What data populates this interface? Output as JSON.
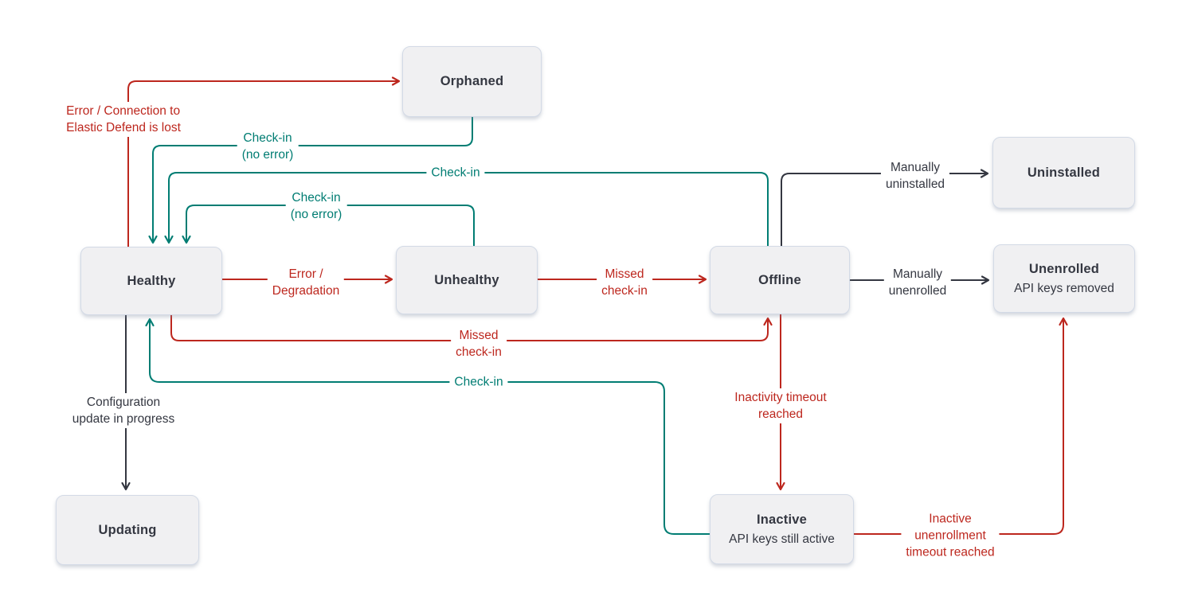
{
  "nodes": {
    "orphaned": {
      "title": "Orphaned"
    },
    "uninstalled": {
      "title": "Uninstalled"
    },
    "healthy": {
      "title": "Healthy"
    },
    "unhealthy": {
      "title": "Unhealthy"
    },
    "offline": {
      "title": "Offline"
    },
    "unenrolled": {
      "title": "Unenrolled",
      "subtitle": "API keys removed"
    },
    "updating": {
      "title": "Updating"
    },
    "inactive": {
      "title": "Inactive",
      "subtitle": "API keys still active"
    }
  },
  "edges": {
    "healthy_orphaned": {
      "label": "Error / Connection to\nElastic Defend is lost",
      "color": "red"
    },
    "orphaned_healthy": {
      "label": "Check-in\n(no error)",
      "color": "teal"
    },
    "offline_healthy": {
      "label": "Check-in",
      "color": "teal"
    },
    "unhealthy_healthy": {
      "label": "Check-in\n(no error)",
      "color": "teal"
    },
    "healthy_unhealthy": {
      "label": "Error /\nDegradation",
      "color": "red"
    },
    "unhealthy_offline": {
      "label": "Missed\ncheck-in",
      "color": "red"
    },
    "healthy_offline": {
      "label": "Missed\ncheck-in",
      "color": "red"
    },
    "offline_uninstalled": {
      "label": "Manually\nuninstalled",
      "color": "black"
    },
    "offline_unenrolled": {
      "label": "Manually\nunenrolled",
      "color": "black"
    },
    "healthy_updating": {
      "label": "Configuration\nupdate in progress",
      "color": "black"
    },
    "offline_inactive": {
      "label": "Inactivity timeout\nreached",
      "color": "red"
    },
    "inactive_healthy": {
      "label": "Check-in",
      "color": "teal"
    },
    "inactive_unenrolled": {
      "label": "Inactive\nunenrollment\ntimeout reached",
      "color": "red"
    }
  },
  "colors": {
    "red": "#bd271e",
    "teal": "#017d73",
    "ink": "#343741",
    "node_fill": "#f0f0f2",
    "node_border": "#d3dae6",
    "background": "#ffffff"
  }
}
